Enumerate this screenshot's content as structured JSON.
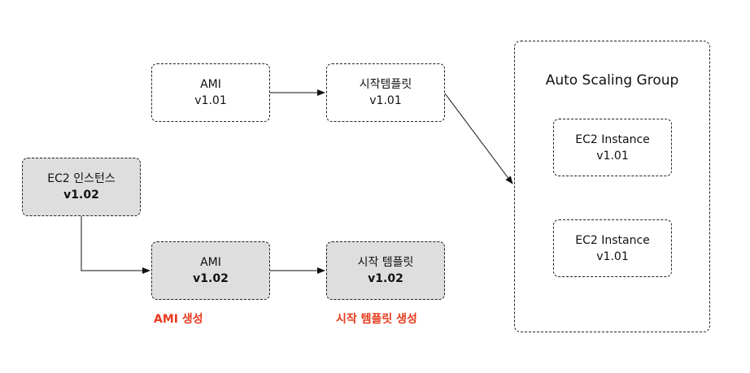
{
  "ami_v101": {
    "label": "AMI",
    "version": "v1.01"
  },
  "template_v101": {
    "label": "시작템플릿",
    "version": "v1.01"
  },
  "ec2_source": {
    "label": "EC2 인스턴스",
    "version": "v1.02"
  },
  "ami_v102": {
    "label": "AMI",
    "version": "v1.02"
  },
  "template_v102": {
    "label": "시작 템플릿",
    "version": "v1.02"
  },
  "asg": {
    "title": "Auto Scaling Group",
    "instances": [
      {
        "label": "EC2 Instance",
        "version": "v1.01"
      },
      {
        "label": "EC2 Instance",
        "version": "v1.01"
      }
    ]
  },
  "captions": {
    "ami_create": "AMI 생성",
    "template_create": "시작 템플릿 생성"
  },
  "colors": {
    "caption": "#e8391c",
    "new_box_fill": "#dedede",
    "border": "#222222"
  }
}
